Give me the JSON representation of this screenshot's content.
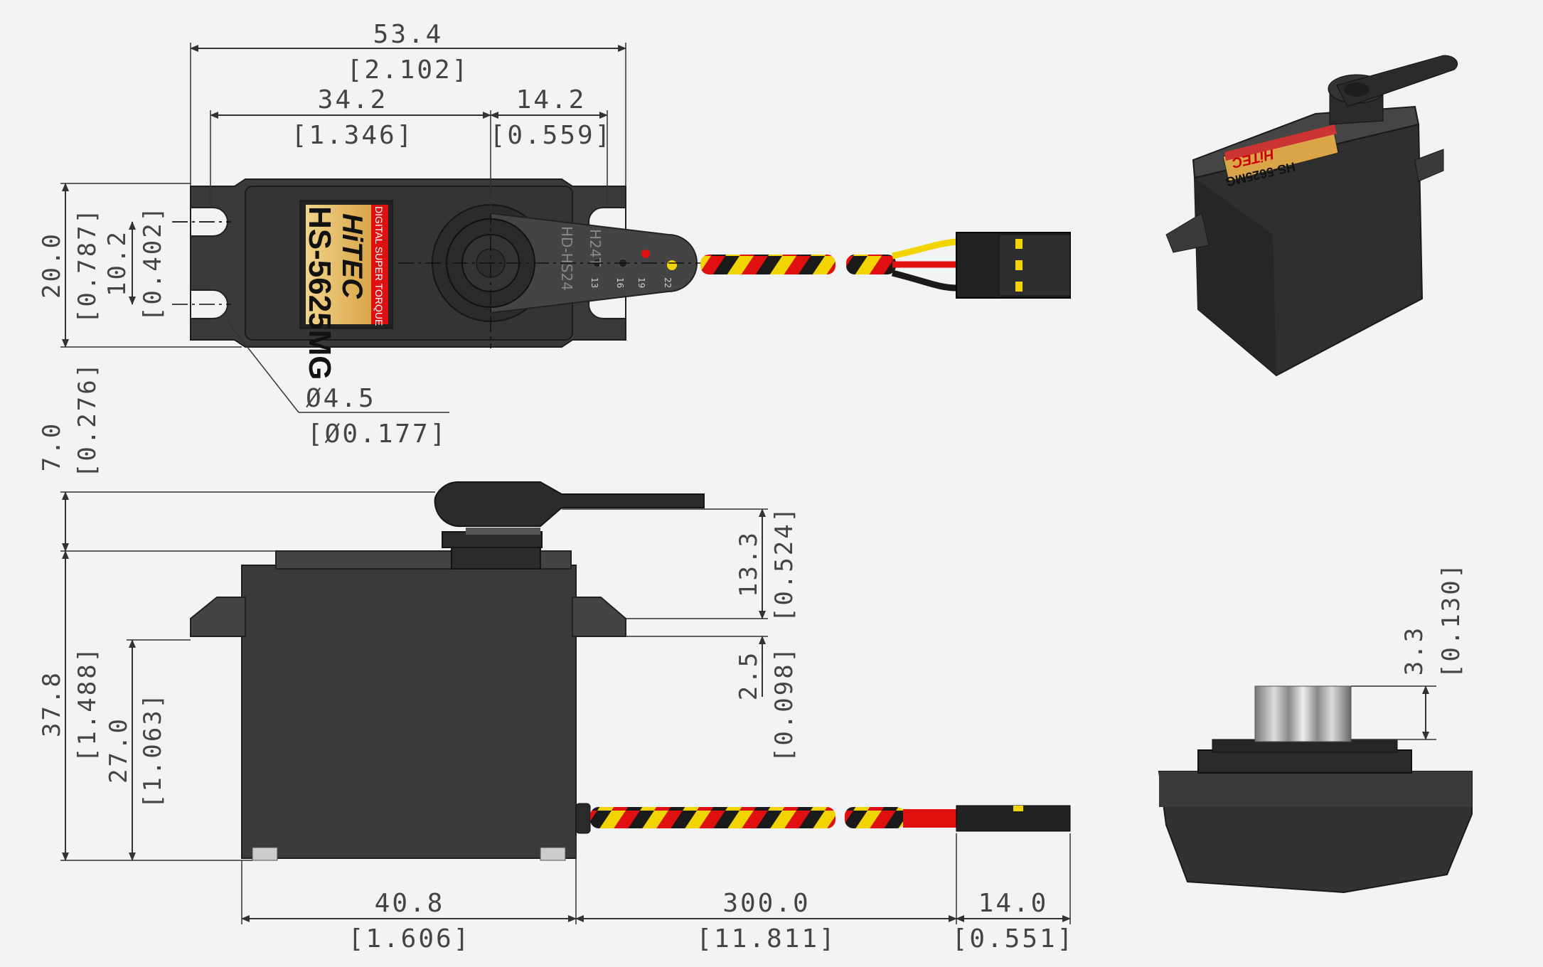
{
  "dimensions": {
    "overall_width_mm": "53.4",
    "overall_width_in": "[2.102]",
    "hole_to_shaft_mm": "34.2",
    "hole_to_shaft_in": "[1.346]",
    "shaft_to_hole_mm": "14.2",
    "shaft_to_hole_in": "[0.559]",
    "height_mm": "20.0",
    "height_in": "[0.787]",
    "hole_spacing_mm": "10.2",
    "hole_spacing_in": "[0.402]",
    "hole_dia_mm": "Ø4.5",
    "hole_dia_in": "[Ø0.177]",
    "horn_height_mm": "7.0",
    "horn_height_in": "[0.276]",
    "shaft_to_tab_mm": "13.3",
    "shaft_to_tab_in": "[0.524]",
    "tab_thickness_mm": "2.5",
    "tab_thickness_in": "[0.098]",
    "case_height_mm": "37.8",
    "case_height_in": "[1.488]",
    "tab_height_mm": "27.0",
    "tab_height_in": "[1.063]",
    "case_length_mm": "40.8",
    "case_length_in": "[1.606]",
    "wire_length_mm": "300.0",
    "wire_length_in": "[11.811]",
    "connector_mm": "14.0",
    "connector_in": "[0.551]",
    "spline_height_mm": "3.3",
    "spline_height_in": "[0.130]"
  },
  "label": {
    "brand": "HiTEC",
    "model": "HS-5625MG",
    "tagline": "DIGITAL SUPER TORQUE"
  },
  "horn": {
    "model": "HD-HS24",
    "spline": "H24T",
    "holes": [
      "22",
      "19",
      "16",
      "13"
    ]
  },
  "colors": {
    "wire_yellow": "#f1d400",
    "wire_red": "#e01010",
    "wire_black": "#1a1a1a",
    "body": "#3a3a3a",
    "label_gold": "#e9c36a"
  }
}
